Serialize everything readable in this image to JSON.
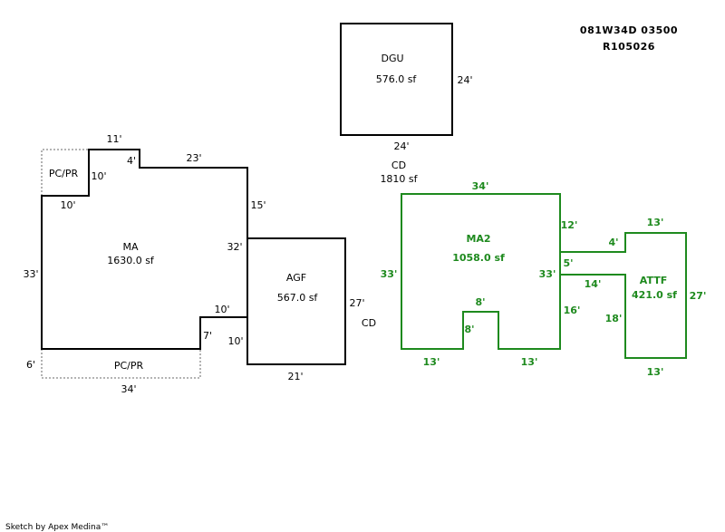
{
  "header": {
    "parcel_id": "081W34D 03500",
    "account_id": "R105026"
  },
  "footer": {
    "credit": "Sketch by Apex Medina™"
  },
  "colors": {
    "main_lines": "#000000",
    "secondary_structure": "#1e8a1e",
    "dotted_area": "#888888"
  },
  "areas": {
    "dgu": {
      "label": "DGU",
      "area": "576.0 sf"
    },
    "cd_top": {
      "label": "CD",
      "area": "1810 sf"
    },
    "ma": {
      "label": "MA",
      "area": "1630.0 sf"
    },
    "pcpr_top": {
      "label": "PC/PR"
    },
    "pcpr_bottom": {
      "label": "PC/PR"
    },
    "agf": {
      "label": "AGF",
      "area": "567.0 sf"
    },
    "cd_right": {
      "label": "CD"
    },
    "ma2": {
      "label": "MA2",
      "area": "1058.0 sf"
    },
    "attf": {
      "label": "ATTF",
      "area": "421.0 sf"
    }
  },
  "dimensions": {
    "dgu_right": "24'",
    "dgu_bottom": "24'",
    "ma_pc_top": "11'",
    "ma_pc_left_side": "10'",
    "ma_pc_bottom": "10'",
    "ma_notch": "4'",
    "ma_top": "23'",
    "ma_right_upper": "15'",
    "ma_right": "32'",
    "ma_left": "33'",
    "ma_step_top": "10'",
    "ma_step_side": "7'",
    "ma_step_lower": "10'",
    "pcpr_side": "6'",
    "pcpr_bottom": "34'",
    "agf_right": "27'",
    "agf_bottom": "21'",
    "ma2_top": "34'",
    "ma2_left": "33'",
    "ma2_right_upper": "12'",
    "ma2_right_mid": "5'",
    "ma2_right_inner": "33'",
    "ma2_right_lower": "16'",
    "ma2_notch_top": "8'",
    "ma2_notch_side": "8'",
    "ma2_bottom_left": "13'",
    "ma2_bottom_right": "13'",
    "attf_top": "13'",
    "attf_step": "4'",
    "attf_link": "14'",
    "attf_left": "18'",
    "attf_right": "27'",
    "attf_bottom": "13'"
  }
}
